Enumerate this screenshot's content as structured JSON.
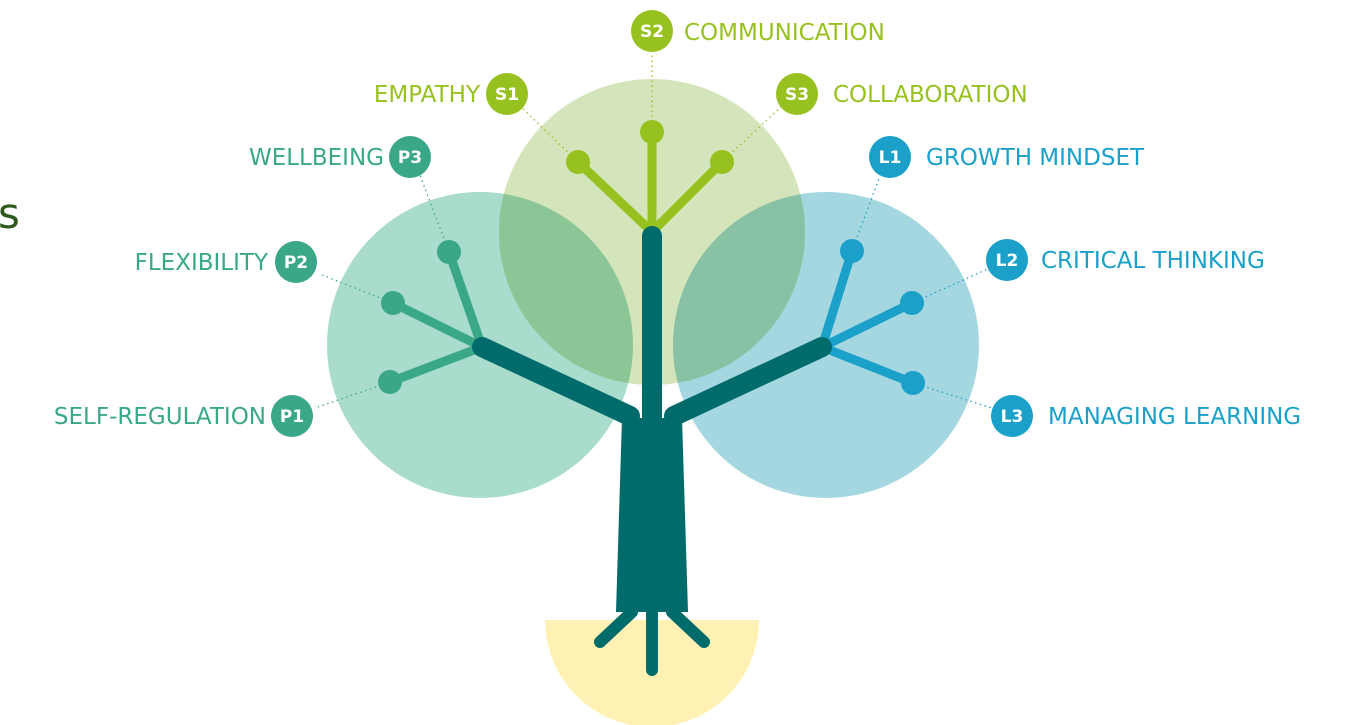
{
  "cut_text": "s",
  "colors": {
    "personal": "#3aa888",
    "social": "#97c11f",
    "learning": "#1ba0c9",
    "trunk": "#006b6b",
    "circle_personal": "#a9dccd",
    "circle_social": "#d4e5bb",
    "circle_learning": "#a5d7e0",
    "ground": "#fff1b3"
  },
  "skills": {
    "s1": {
      "badge": "S1",
      "label": "EMPATHY"
    },
    "s2": {
      "badge": "S2",
      "label": "COMMUNICATION"
    },
    "s3": {
      "badge": "S3",
      "label": "COLLABORATION"
    },
    "p1": {
      "badge": "P1",
      "label": "SELF-REGULATION"
    },
    "p2": {
      "badge": "P2",
      "label": "FLEXIBILITY"
    },
    "p3": {
      "badge": "P3",
      "label": "WELLBEING"
    },
    "l1": {
      "badge": "L1",
      "label": "GROWTH MINDSET"
    },
    "l2": {
      "badge": "L2",
      "label": "CRITICAL THINKING"
    },
    "l3": {
      "badge": "L3",
      "label": "MANAGING LEARNING"
    }
  }
}
